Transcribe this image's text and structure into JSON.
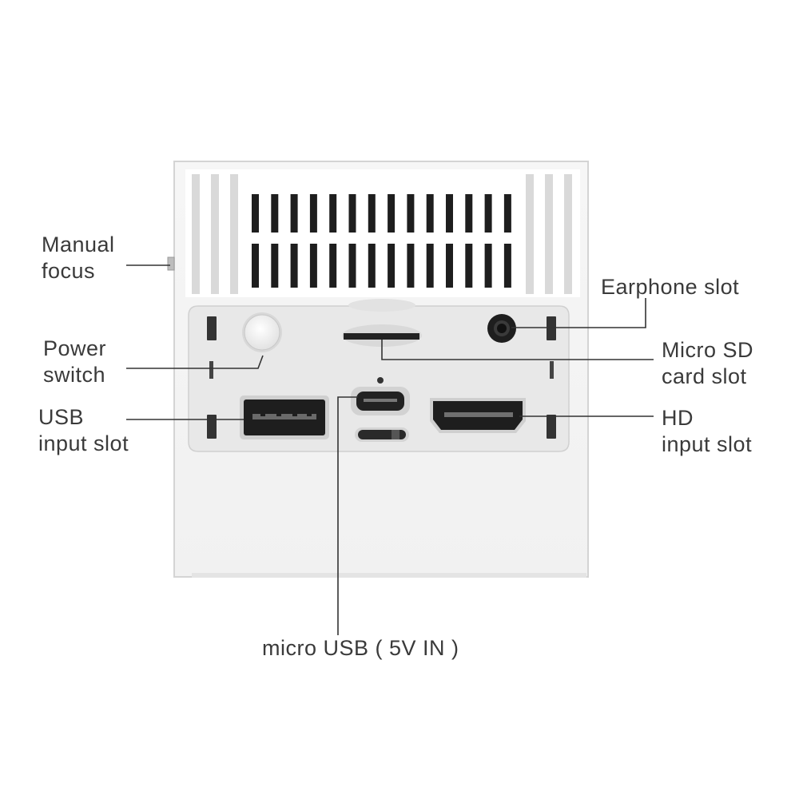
{
  "labels": {
    "manual_focus": [
      "Manual",
      "focus"
    ],
    "power_switch": [
      "Power",
      "switch"
    ],
    "usb_input": [
      "USB",
      "input slot"
    ],
    "earphone": [
      "Earphone slot"
    ],
    "micro_sd": [
      "Micro SD",
      "card slot"
    ],
    "hd_input": [
      "HD",
      "input slot"
    ],
    "micro_usb": "micro USB ( 5V IN )"
  },
  "colors": {
    "body": "#f4f4f4",
    "panel": "#e6e6e6",
    "vent_dark": "#1e1e1e",
    "port_dark": "#222222",
    "leader_line": "#333333",
    "text": "#3a3a3a"
  }
}
